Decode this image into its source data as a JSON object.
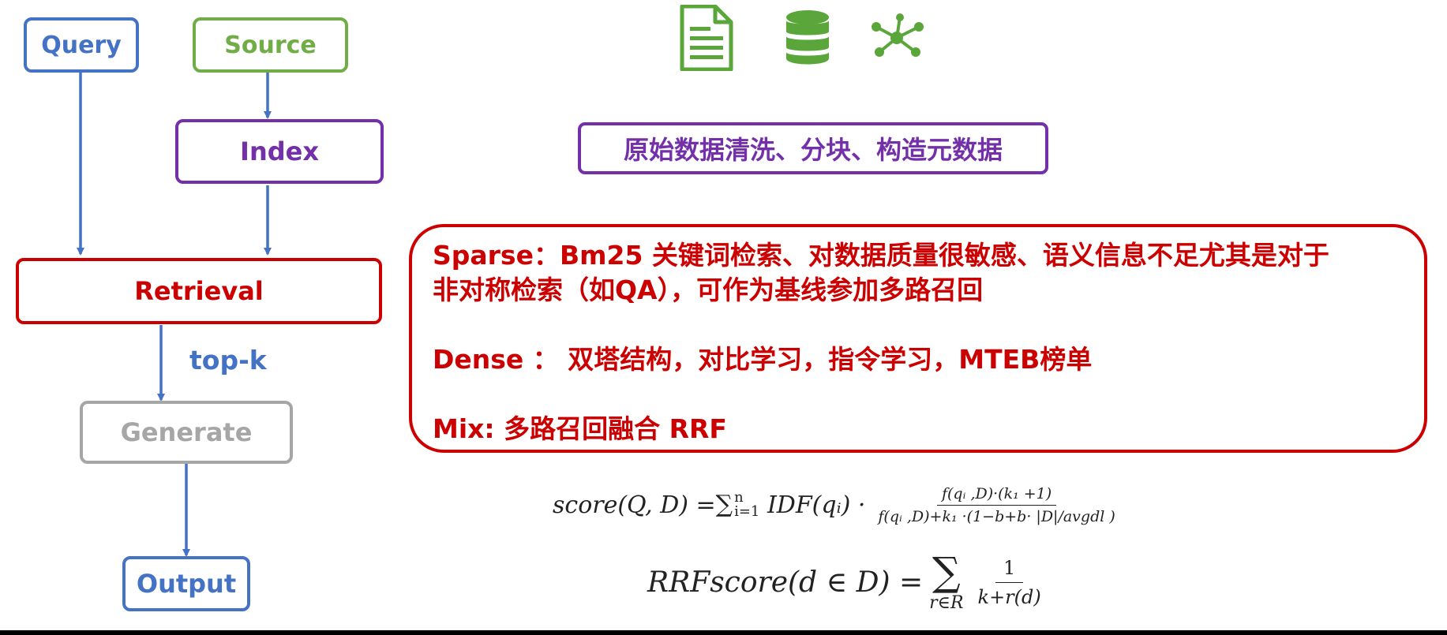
{
  "flow": {
    "query": "Query",
    "source": "Source",
    "index": "Index",
    "retrieval": "Retrieval",
    "topk": "top-k",
    "generate": "Generate",
    "output": "Output"
  },
  "icons": [
    "document-icon",
    "database-icon",
    "network-icon"
  ],
  "colors": {
    "blue": "#4472c4",
    "green": "#70ad47",
    "purple": "#7330a8",
    "red": "#cc0000",
    "gray": "#a6a6a6"
  },
  "preprocess": "原始数据清洗、分块、构造元数据",
  "methods": {
    "sparse_line1": "Sparse：Bm25 关键词检索、对数据质量很敏感、语义信息不足尤其是对于",
    "sparse_line2": "非对称检索（如QA），可作为基线参加多路召回",
    "dense": "Dense ： 双塔结构，对比学习，指令学习，MTEB榜单",
    "mix": "Mix: 多路召回融合 RRF"
  },
  "formulas": {
    "bm25_lhs": "score(Q, D) = ",
    "bm25_sum_upper": "n",
    "bm25_sum_lower": "i=1",
    "bm25_idf": "IDF(qᵢ) · ",
    "bm25_numerator": "f(qᵢ ,D)·(k₁ +1)",
    "bm25_denominator": "f(qᵢ ,D)+k₁ ·(1−b+b· |D|/avgdl )",
    "rrf_lhs": "RRFscore(d ∈ D) = ",
    "rrf_sum_under": "r∈R",
    "rrf_numerator": "1",
    "rrf_denominator": "k+r(d)"
  }
}
